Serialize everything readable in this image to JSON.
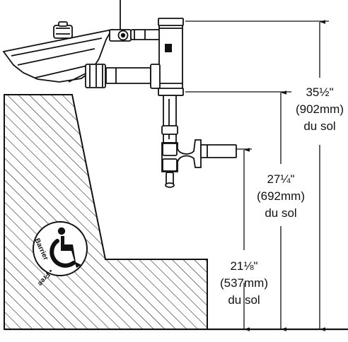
{
  "dimensions": [
    {
      "id": "top",
      "value_line": "35½\"",
      "metric_line": "(902mm)",
      "reference_line": "du sol"
    },
    {
      "id": "middle",
      "value_line": "27¼\"",
      "metric_line": "(692mm)",
      "reference_line": "du sol"
    },
    {
      "id": "bottom",
      "value_line": "21⅛\"",
      "metric_line": "(537mm)",
      "reference_line": "du sol"
    }
  ],
  "badge": {
    "text": "Barrier • Free",
    "icon": "wheelchair-icon"
  },
  "colors": {
    "line": "#111111",
    "fill": "#ffffff"
  }
}
